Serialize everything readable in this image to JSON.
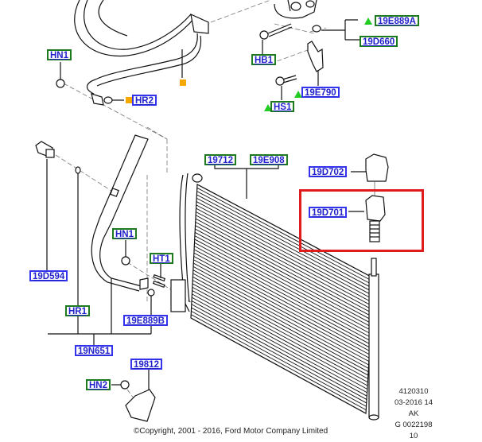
{
  "diagram": {
    "title": "Condenser and receiver drier exploded view",
    "highlight_color": "#e01b1b",
    "colors": {
      "label_text": "#2222cc",
      "frame_green": "#1e7a1e",
      "frame_blue": "#3333ee",
      "new_part_marker": "#22cc22",
      "note_marker": "#f5a800"
    },
    "callouts": [
      {
        "id": "19E889A",
        "frame": "green",
        "marker": "triangle"
      },
      {
        "id": "19D660",
        "frame": "green",
        "marker": "none"
      },
      {
        "id": "HB1",
        "frame": "green",
        "marker": "none"
      },
      {
        "id": "19E790",
        "frame": "blue",
        "marker": "triangle"
      },
      {
        "id": "HS1",
        "frame": "green",
        "marker": "triangle"
      },
      {
        "id": "HN1",
        "frame": "green",
        "marker": "none"
      },
      {
        "id": "HR2",
        "frame": "blue",
        "marker": "square"
      },
      {
        "id": "19712",
        "frame": "green",
        "marker": "none"
      },
      {
        "id": "19E908",
        "frame": "green",
        "marker": "none"
      },
      {
        "id": "19D702",
        "frame": "blue",
        "marker": "none"
      },
      {
        "id": "19D701",
        "frame": "blue",
        "marker": "none",
        "highlighted": true
      },
      {
        "id": "HN1",
        "frame": "green",
        "marker": "none"
      },
      {
        "id": "HT1",
        "frame": "green",
        "marker": "none"
      },
      {
        "id": "19D594",
        "frame": "blue",
        "marker": "none"
      },
      {
        "id": "HR1",
        "frame": "green",
        "marker": "none"
      },
      {
        "id": "19E889B",
        "frame": "blue",
        "marker": "none"
      },
      {
        "id": "19N651",
        "frame": "blue",
        "marker": "none"
      },
      {
        "id": "19812",
        "frame": "blue",
        "marker": "none"
      },
      {
        "id": "HN2",
        "frame": "green",
        "marker": "none"
      }
    ],
    "info_block": [
      "4120310",
      "03-2016 14",
      "AK",
      "G 0022198 10"
    ],
    "copyright": "©Copyright, 2001 - 2016, Ford Motor Company Limited"
  }
}
